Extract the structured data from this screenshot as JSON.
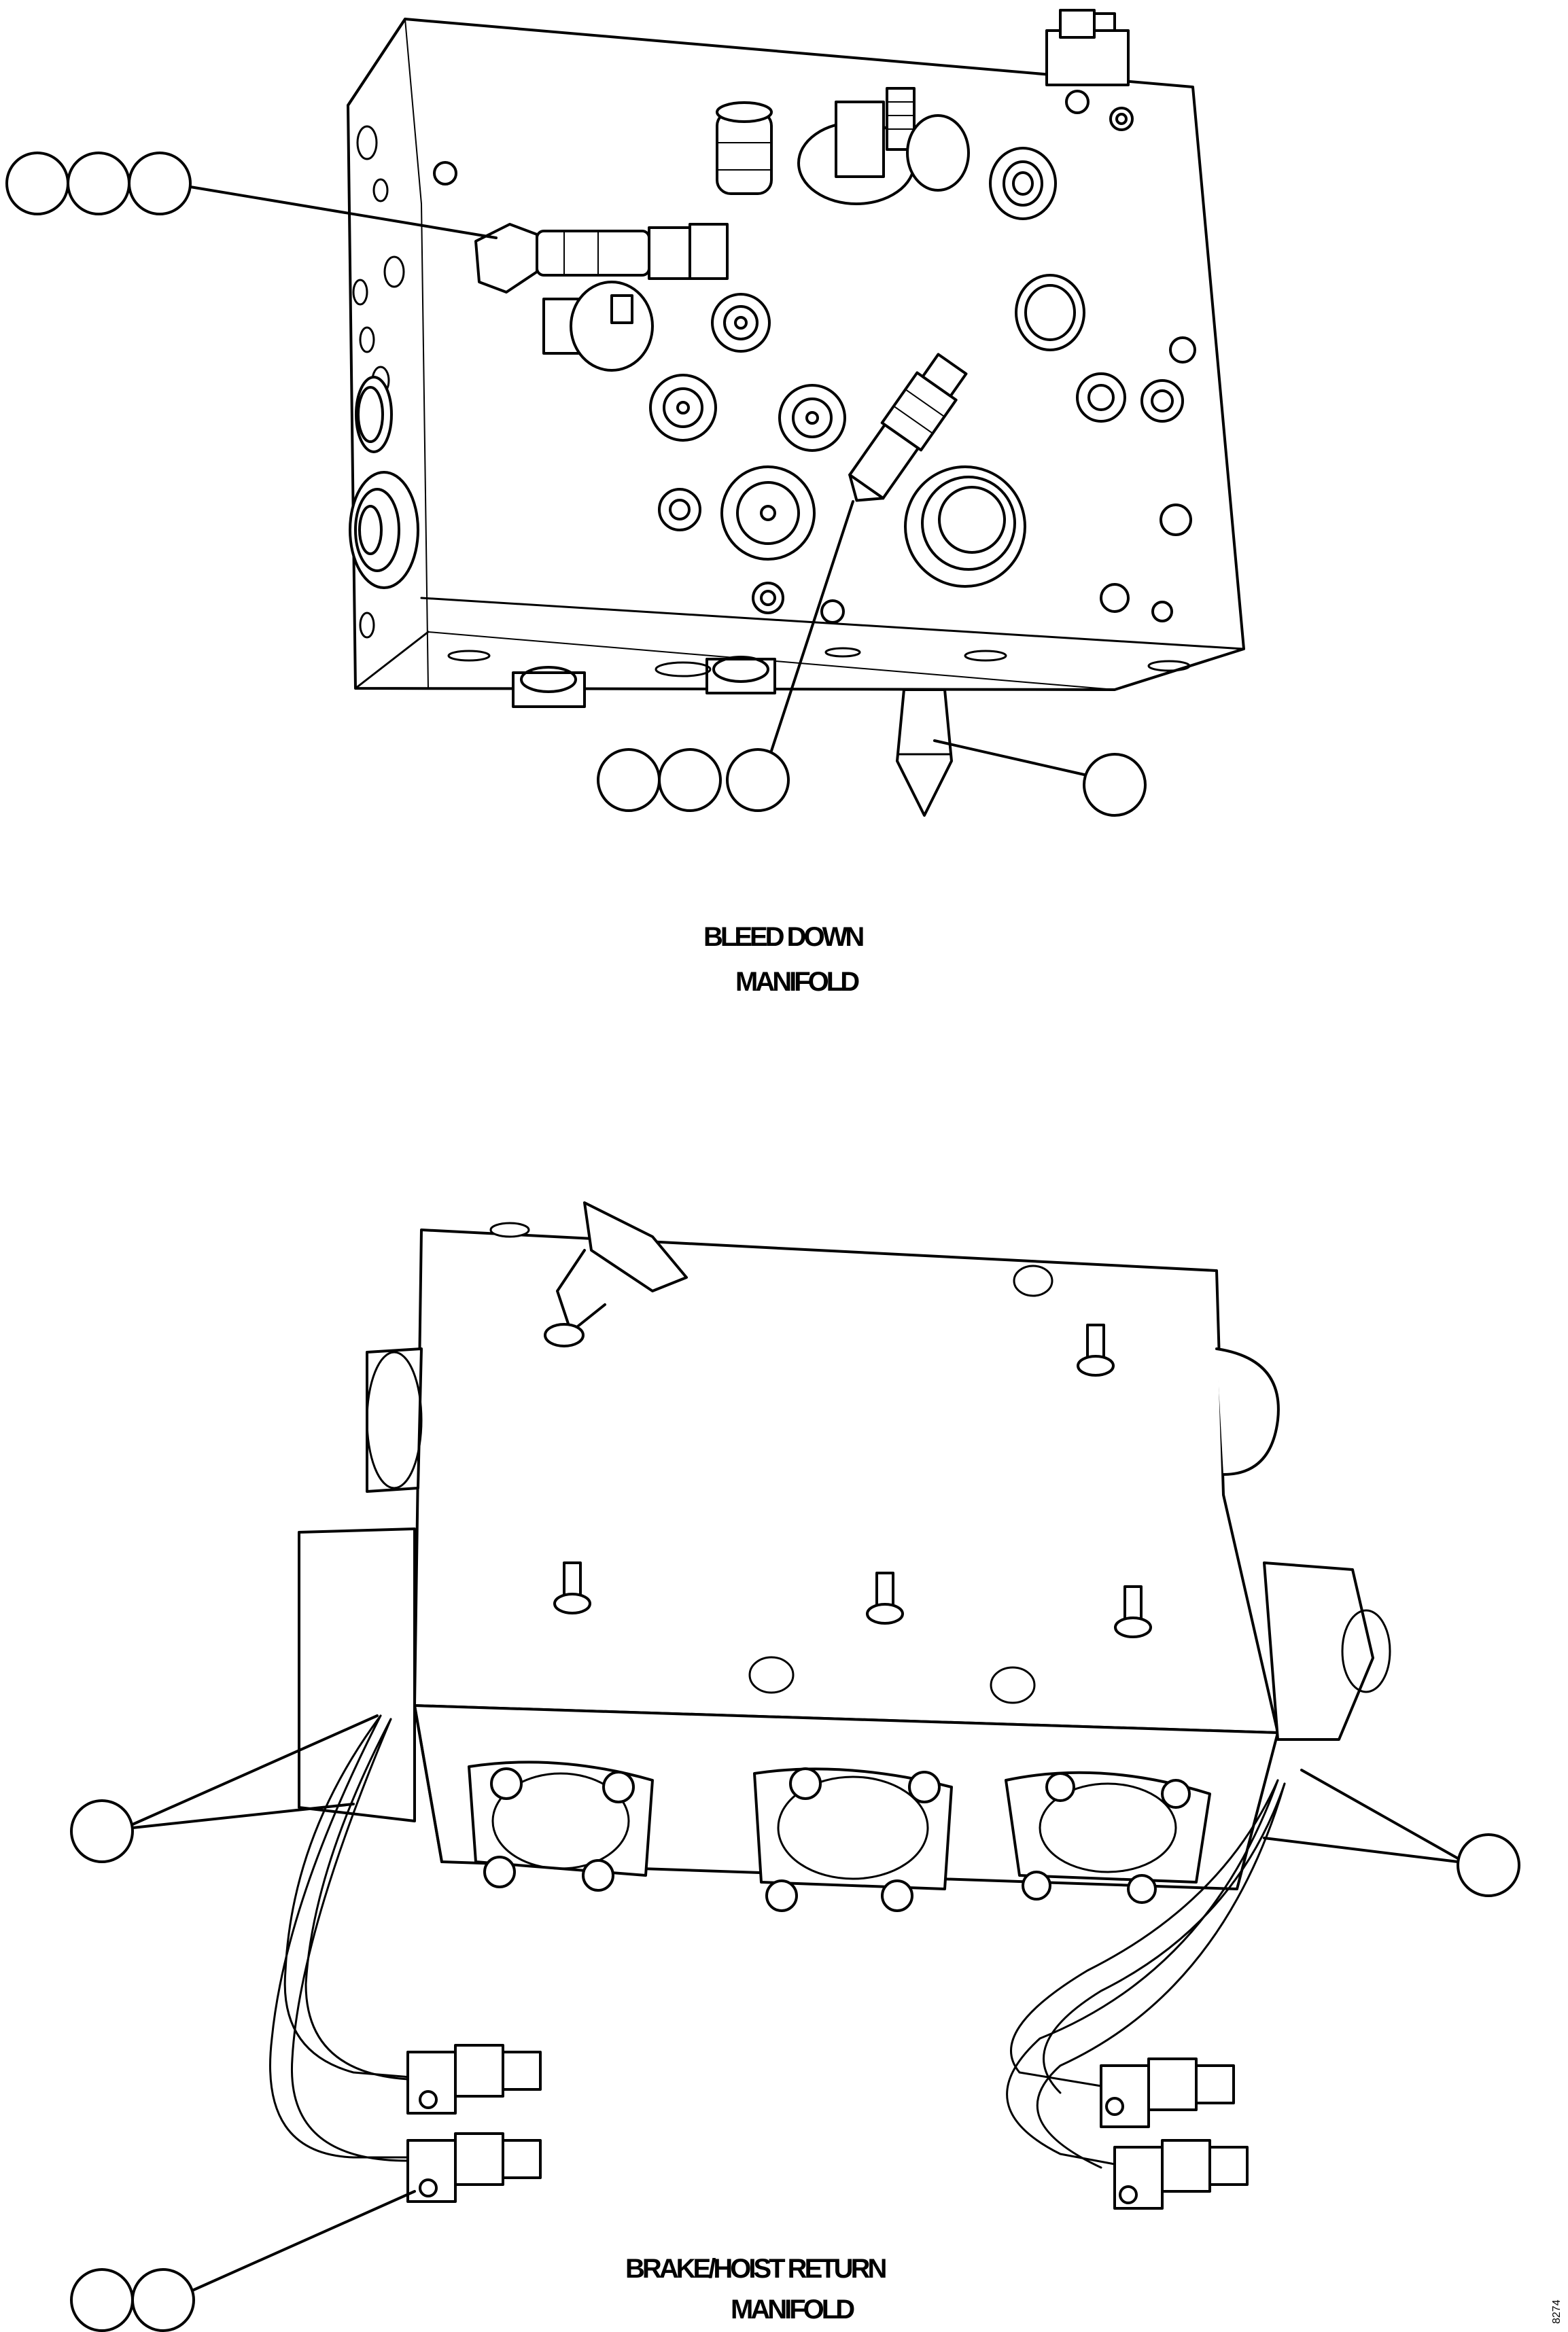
{
  "captions": {
    "bleed_down_line1": "BLEED DOWN",
    "bleed_down_line2": "MANIFOLD",
    "brake_hoist_line1": "BRAKE/HOIST RETURN",
    "brake_hoist_line2": "MANIFOLD"
  },
  "drawing_id": "8274",
  "colors": {
    "line": "#000000",
    "background": "#ffffff"
  }
}
